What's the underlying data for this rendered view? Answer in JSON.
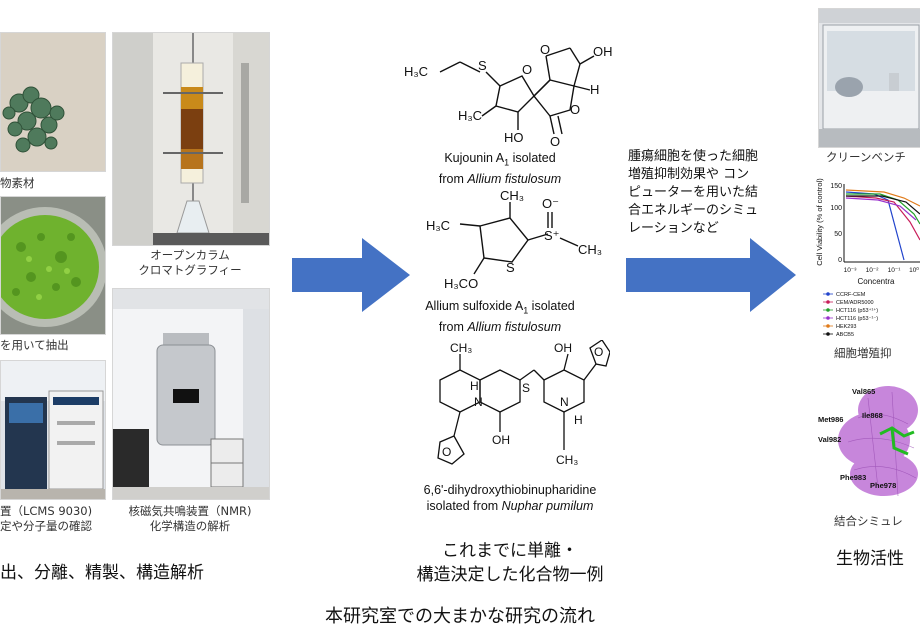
{
  "left": {
    "photo_captions": {
      "plant_material": "物素材",
      "extraction": "を用いて抽出",
      "open_column_1": "オープンカラム",
      "open_column_2": "クロマトグラフィー",
      "lcms_1": "置（LCMS 9030)",
      "lcms_2": "定や分子量の確認",
      "nmr_1": "核磁気共鳴装置（NMR)",
      "nmr_2": "化学構造の解析"
    },
    "stage_label": "出、分離、精製、構造解析"
  },
  "middle": {
    "compounds": [
      {
        "name_line1": "Kujounin A",
        "sub": "1",
        "name_line1_tail": " isolated",
        "from": "from ",
        "species": "Allium fistulosum"
      },
      {
        "name_line1": "Allium sulfoxide A",
        "sub": "1",
        "name_line1_tail": " isolated",
        "from": "from ",
        "species": "Allium fistulosum"
      },
      {
        "name_line1": "6,6'-dihydroxythiobinupharidine",
        "sub": "",
        "name_line1_tail": "",
        "from": "isolated from ",
        "species": "Nuphar pumilum"
      }
    ],
    "structure_labels": {
      "s1": [
        "H₃C",
        "S",
        "O",
        "O",
        "OH",
        "H",
        "H₃C",
        "HO",
        "O",
        "O"
      ],
      "s2": [
        "CH₃",
        "O⁻",
        "H₃C",
        "S⁺",
        "CH₃",
        "S",
        "H₃CO"
      ],
      "s3": [
        "CH₃",
        "H",
        "N",
        "S",
        "OH",
        "N",
        "O",
        "OH",
        "H",
        "O",
        "CH₃"
      ]
    },
    "stage_label_1": "これまでに単離・",
    "stage_label_2": "構造決定した化合物一例"
  },
  "bio_text": [
    "腫瘍細胞を使った細胞",
    "増殖抑制効果や コン",
    "ピューターを用いた結",
    "合エネルギーのシミュ",
    "レーションなど"
  ],
  "right": {
    "photo_caption": "クリーンベンチ",
    "chart_ylabel": "Cell Viability (% of control)",
    "chart_yticks": [
      "150",
      "100",
      "50",
      "0"
    ],
    "chart_xticks": [
      "10⁻³",
      "10⁻²",
      "10⁻¹",
      "10⁰"
    ],
    "chart_xlabel": "Concentra",
    "legend": [
      "CCRF-CEM",
      "CEM/ADR5000",
      "HCT116 (p53⁺¹⁺)",
      "HCT116 (p53⁻¹⁻)",
      "HEK293",
      "ABCB5"
    ],
    "legend_colors": [
      "#2244cc",
      "#c81e5a",
      "#22a02a",
      "#9933cc",
      "#e07b1a",
      "#111111"
    ],
    "chart_caption": "細胞増殖抑",
    "residues": [
      "Val865",
      "Met986",
      "Ile868",
      "Val982",
      "Phe983",
      "Phe978"
    ],
    "sim_caption": "結合シミュレ",
    "stage_label": "生物活性"
  },
  "footer": {
    "title": "本研究室での大まかな研究の流れ"
  },
  "colors": {
    "arrow": "#4472c4",
    "protein": "#c27ad8",
    "ligand": "#22bb22"
  }
}
